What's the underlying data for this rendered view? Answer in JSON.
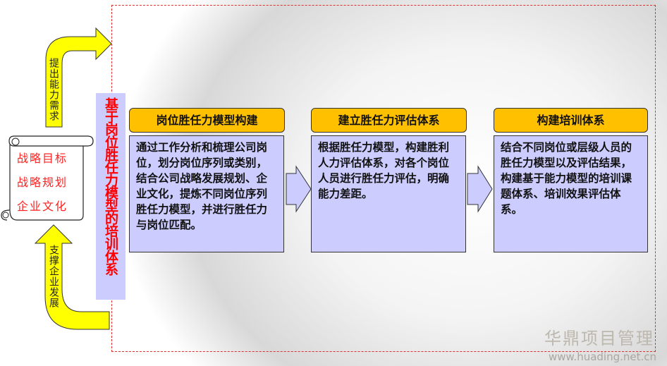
{
  "arrows": {
    "top_label": "提出能力需求",
    "bottom_label": "支撑企业发展"
  },
  "scroll": {
    "items": [
      "战略目标",
      "战略规划",
      "企业文化"
    ]
  },
  "band": {
    "title": "基于岗位胜任力模型的培训体系"
  },
  "steps": [
    {
      "title": "岗位胜任力模型构建",
      "body": "通过工作分析和梳理公司岗位，划分岗位序列或类别，结合公司战略发展规划、企业文化，提炼不同岗位序列胜任力模型，并进行胜任力与岗位匹配。"
    },
    {
      "title": "建立胜任力评估体系",
      "body": "根据胜任力模型，构建胜利人力评估体系，对各个岗位人员进行胜任力评估，明确能力差距。"
    },
    {
      "title": "构建培训体系",
      "body": "结合不同岗位或层级人员的胜任力模型以及评估结果，构建基于能力模型的培训课题体系、培训效果评估体系。"
    }
  ],
  "watermark": {
    "name": "华鼎项目管理",
    "url": "www.huading.net.cn"
  },
  "colors": {
    "header": "#ffc000",
    "box": "#ccccff",
    "arrow": "#ffff00",
    "accent": "#ff0000"
  }
}
